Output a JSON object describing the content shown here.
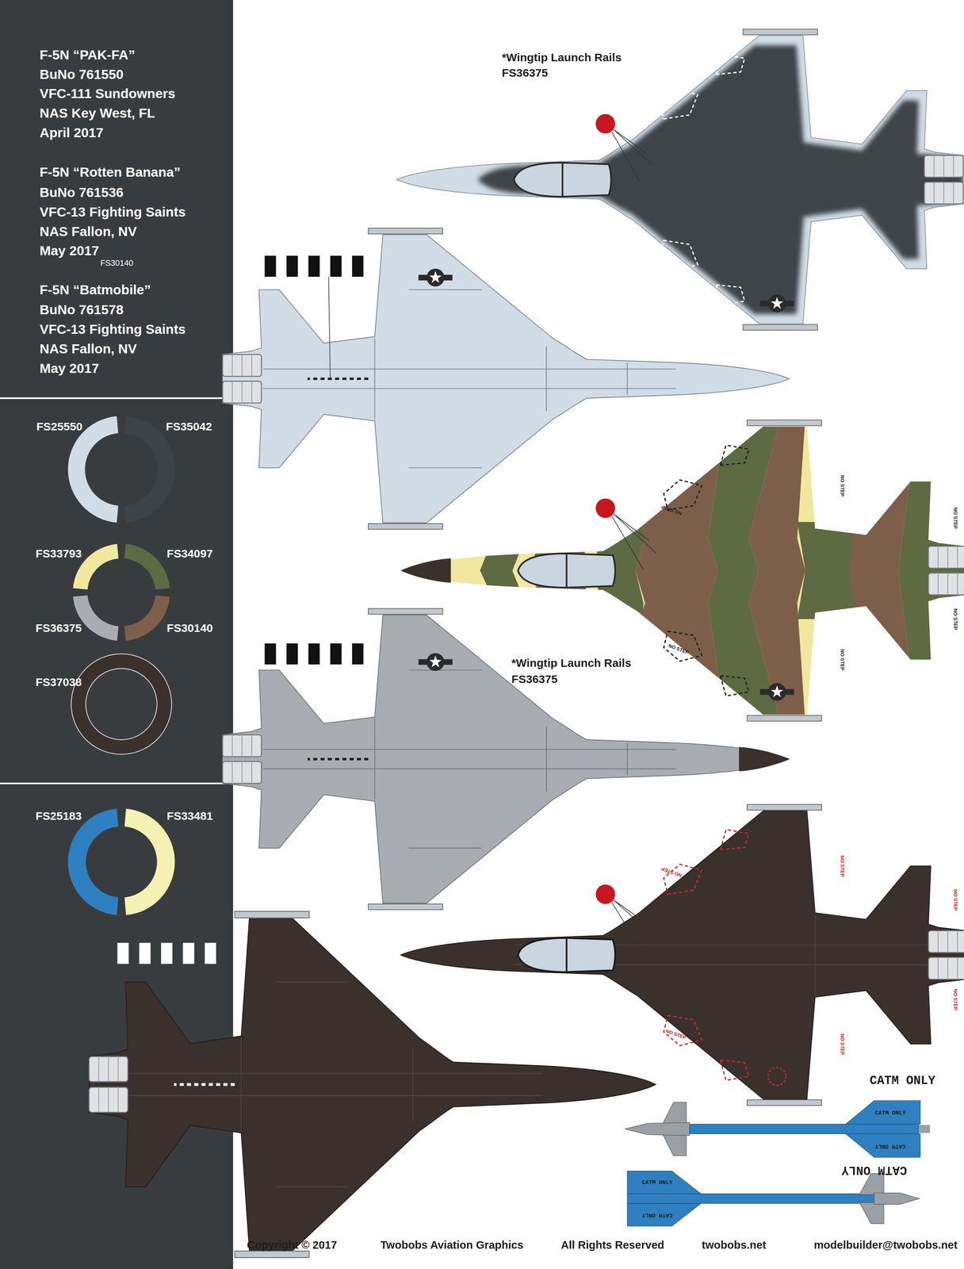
{
  "diagram": {
    "labels": [
      "F-5N “PAK-FA”",
      "BuNo 761550",
      "VFC-111 Sundowners",
      "NAS Key West, FL",
      "April 2017",
      "F-5N “Rotten Banana”",
      "BuNo 761536",
      "VFC-13 Fighting Saints",
      "NAS Fallon, NV",
      "May 2017",
      "FS30140",
      "F-5N “Batmobile”",
      "BuNo 761578",
      "VFC-13 Fighting Saints",
      "NAS Fallon, NV",
      "May 2017",
      "*Wingtip Launch Rails",
      "FS36375",
      "*Wingtip Launch Rails",
      "FS36375",
      "NO STEP",
      "NO STEP",
      "NO STEP",
      "NO STEP",
      "NO STEP",
      "NO STEP",
      "NO STEP",
      "NO STEP",
      "NO STEP",
      "NO STEP",
      "NO STEP",
      "NO STEP",
      "CATM ONLY",
      "CATM ONLY",
      "CATM ONLY",
      "CATM ONLY",
      "CATM ONLY",
      "CATM ONLY",
      "Copyright © 2017",
      "Twobobs Aviation Graphics",
      "All Rights Reserved",
      "twobobs.net",
      "modelbuilder@twobobs.net"
    ],
    "legend": [
      {
        "text": "FS25550",
        "color": "#d1dde6"
      },
      {
        "text": "FS35042",
        "color": "#3d4448"
      },
      {
        "text": "FS33793",
        "color": "#f1e79e"
      },
      {
        "text": "FS34097",
        "color": "#5e6a42"
      },
      {
        "text": "FS36375",
        "color": "#a9adb3"
      },
      {
        "text": "FS30140",
        "color": "#7d5f49"
      },
      {
        "text": "FS37038",
        "color": "#3a302c"
      },
      {
        "text": "FS25183",
        "color": "#2f80c0"
      },
      {
        "text": "FS33481",
        "color": "#f5f1b2"
      }
    ]
  }
}
